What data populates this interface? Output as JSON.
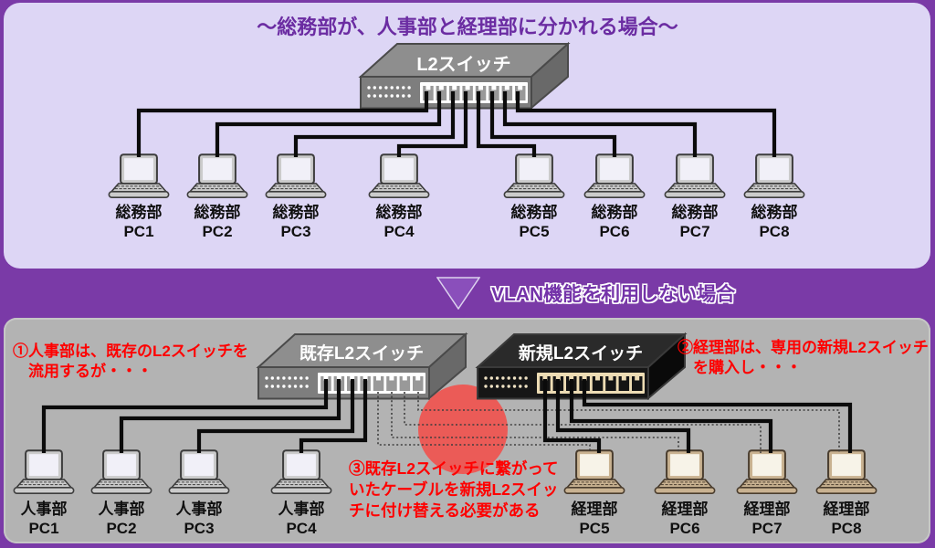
{
  "colors": {
    "page_bg": "#7A3AA7",
    "top_panel_bg": "#DDD6F5",
    "bottom_panel_bg": "#B3B3B3",
    "title_color": "#6B2CA2",
    "note_color": "#FF0000",
    "cable_color": "#0B0B0B",
    "highlight_circle": "#EB5B57"
  },
  "top_panel": {
    "title": "〜総務部が、人事部と経理部に分かれる場合〜",
    "switch_label": "L2スイッチ",
    "pcs": [
      {
        "dept": "総務部",
        "name": "PC1"
      },
      {
        "dept": "総務部",
        "name": "PC2"
      },
      {
        "dept": "総務部",
        "name": "PC3"
      },
      {
        "dept": "総務部",
        "name": "PC4"
      },
      {
        "dept": "総務部",
        "name": "PC5"
      },
      {
        "dept": "総務部",
        "name": "PC6"
      },
      {
        "dept": "総務部",
        "name": "PC7"
      },
      {
        "dept": "総務部",
        "name": "PC8"
      }
    ]
  },
  "divider": {
    "label": "VLAN機能を利用しない場合"
  },
  "bottom_panel": {
    "old_switch_label": "既存L2スイッチ",
    "new_switch_label": "新規L2スイッチ",
    "hr_pcs": [
      {
        "dept": "人事部",
        "name": "PC1"
      },
      {
        "dept": "人事部",
        "name": "PC2"
      },
      {
        "dept": "人事部",
        "name": "PC3"
      },
      {
        "dept": "人事部",
        "name": "PC4"
      }
    ],
    "acct_pcs": [
      {
        "dept": "経理部",
        "name": "PC5"
      },
      {
        "dept": "経理部",
        "name": "PC6"
      },
      {
        "dept": "経理部",
        "name": "PC7"
      },
      {
        "dept": "経理部",
        "name": "PC8"
      }
    ],
    "note1": {
      "line1": "①人事部は、既存のL2スイッチを",
      "line2": "流用するが・・・"
    },
    "note2": {
      "line1": "②経理部は、専用の新規L2スイッチ",
      "line2": "を購入し・・・"
    },
    "note3": {
      "line1": "③既存L2スイッチに繋がって",
      "line2": "いたケーブルを新規L2スイッ",
      "line3": "チに付け替える必要がある"
    }
  }
}
